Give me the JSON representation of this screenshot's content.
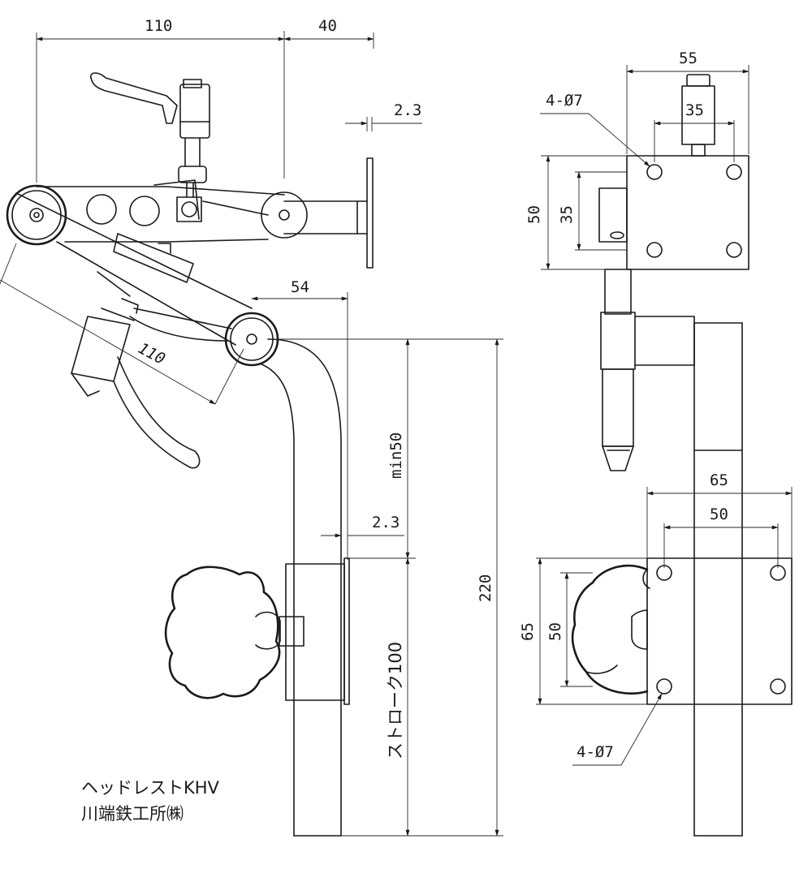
{
  "product": {
    "name": "ヘッドレストKHV",
    "maker": "川端鉄工所㈱"
  },
  "dimensions": {
    "top_width": "110",
    "top_offset": "40",
    "plate_thickness_top": "2.3",
    "arm_length": "110",
    "pivot_offset": "54",
    "min_height": "min50",
    "plate_thickness_mid": "2.3",
    "total_height": "220",
    "stroke": "ストローク100",
    "side_top_width": "55",
    "side_top_inner": "35",
    "side_top_height": "50",
    "side_top_inner_height": "35",
    "side_top_holes": "4-Ø7",
    "side_bottom_width": "65",
    "side_bottom_inner": "50",
    "side_bottom_height": "65",
    "side_bottom_inner_height": "50",
    "side_bottom_holes": "4-Ø7"
  }
}
